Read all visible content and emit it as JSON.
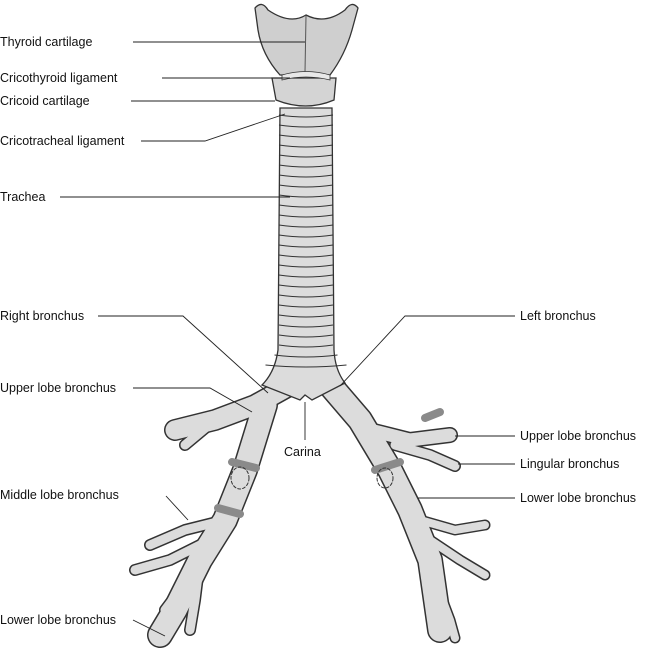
{
  "title": "Trachea and bronchial tree",
  "labels_left": {
    "thyroid_cartilage": "Thyroid cartilage",
    "cricothyroid_ligament": "Cricothyroid ligament",
    "cricoid_cartilage": "Cricoid cartilage",
    "cricotracheal_ligament": "Cricotracheal ligament",
    "trachea": "Trachea",
    "right_bronchus": "Right bronchus",
    "upper_lobe_bronchus": "Upper lobe bronchus",
    "middle_lobe_bronchus": "Middle lobe bronchus",
    "lower_lobe_bronchus": "Lower lobe bronchus"
  },
  "labels_right": {
    "left_bronchus": "Left bronchus",
    "upper_lobe_bronchus": "Upper lobe bronchus",
    "lingular_bronchus": "Lingular bronchus",
    "lower_lobe_bronchus": "Lower lobe bronchus"
  },
  "labels_center": {
    "carina": "Carina"
  },
  "colors": {
    "cartilage": "#dcdcdc",
    "outline": "#333333",
    "dark_ring": "#8a8a8a"
  }
}
